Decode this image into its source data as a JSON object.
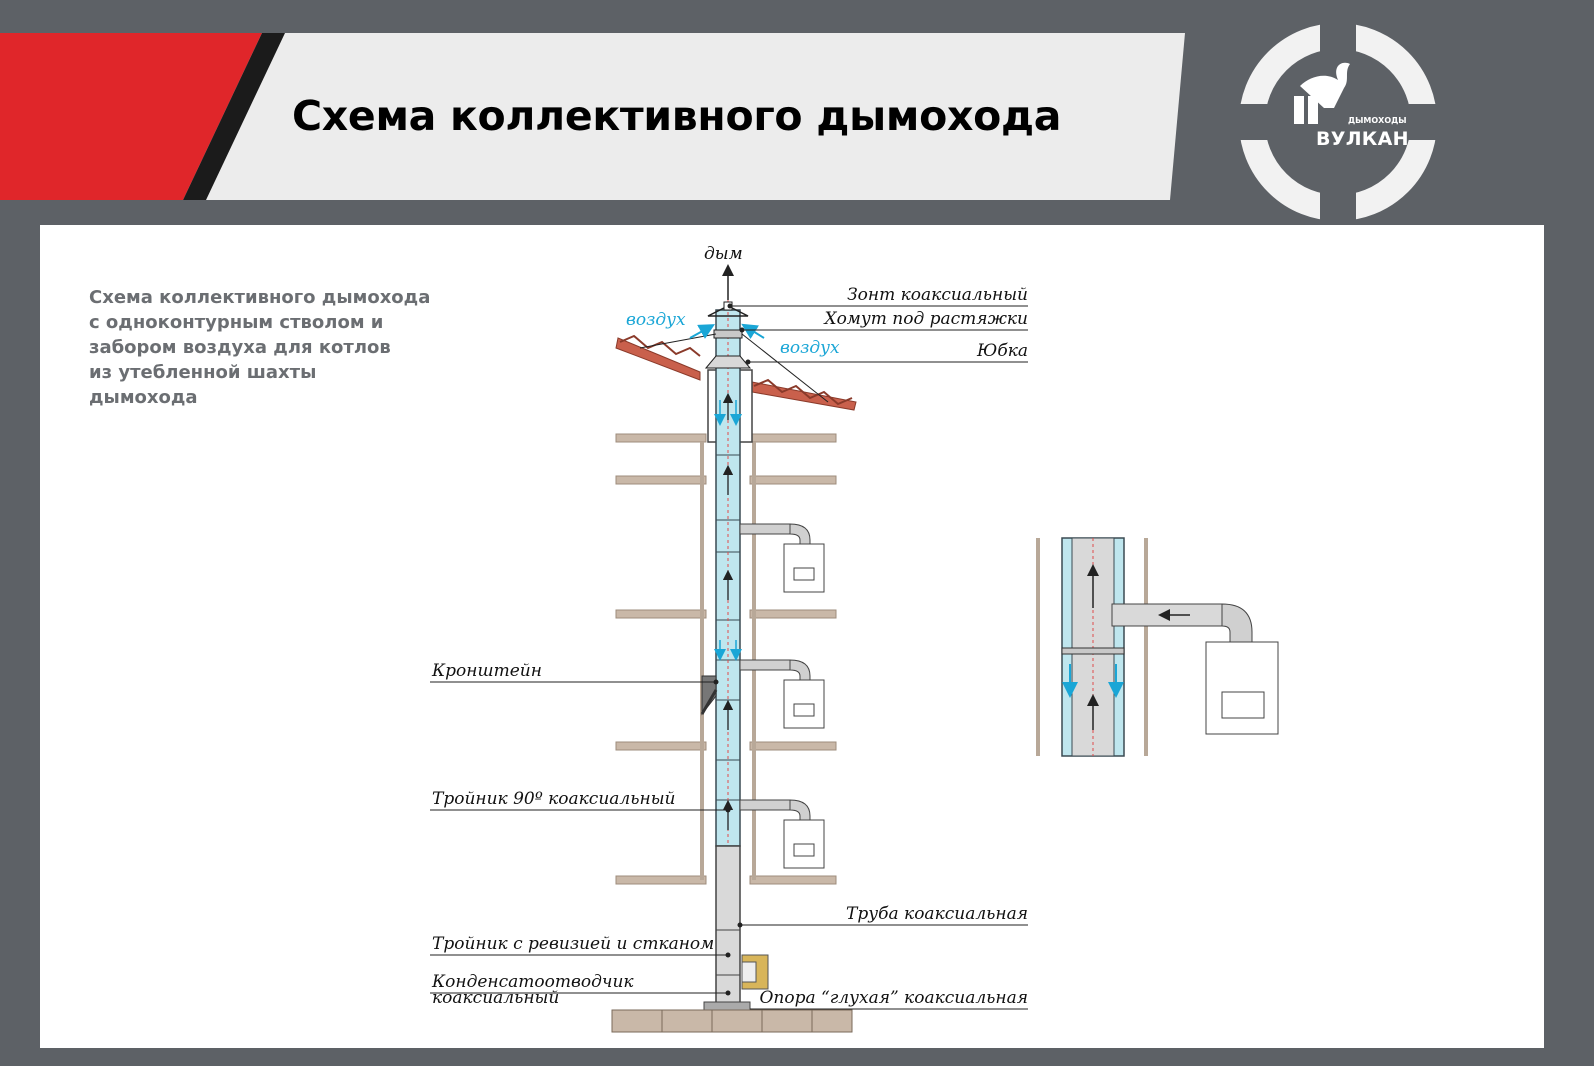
{
  "header": {
    "title": "Схема коллективного дымохода",
    "colors": {
      "accent": "#e0262a",
      "banner": "#ececec",
      "background": "#5d6166"
    }
  },
  "logo": {
    "brand": "ВУЛКАН",
    "subtitle": "ДЫМОХОДЫ",
    "icon": "flame-icon"
  },
  "description": {
    "lines": [
      "Схема коллективного дымохода",
      "с одноконтурным стволом и",
      "забором воздуха для котлов",
      "из утебленной шахты",
      "дымохода"
    ]
  },
  "diagram": {
    "smoke": "дым",
    "air_left": "воздух",
    "air_right": "воздух",
    "labels": {
      "umbrella": "Зонт коаксиальный",
      "clamp": "Хомут под растяжки",
      "skirt": "Юбка",
      "bracket": "Кронштейн",
      "tee90": "Тройник 90º коаксиальный",
      "pipe": "Труба коаксиальная",
      "tee_revision": "Тройник с ревизией и стканом",
      "condensate_line1": "Конденсатоотводчик",
      "condensate_line2": "коаксиальный",
      "support": "Опора “глухая” коаксиальная"
    }
  }
}
